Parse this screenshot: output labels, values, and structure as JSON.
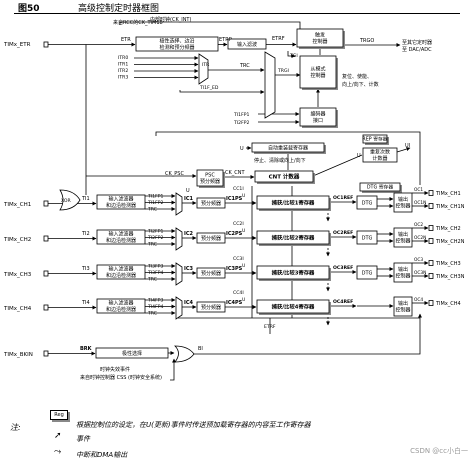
{
  "header": {
    "figure_number": "图50",
    "title": "高级控制定时器框图"
  },
  "top": {
    "rcc_label": "来自RCC的CK_TIM18",
    "ck_int": "内部时钟(CK_INT)",
    "etr_pin": "TIMx_ETR",
    "etr_sig": "ETR",
    "etrp": "ETRP",
    "etrf": "ETRF",
    "itr_lines": [
      "ITR0",
      "ITR1",
      "ITR2",
      "ITR3"
    ],
    "itr": "ITR",
    "trc": "TRC",
    "ti1f_ed": "TI1F_ED",
    "tgi": "TGI",
    "trgi": "TRGI",
    "ti1fp1": "TI1FP1",
    "ti2fp2": "TI2FP2",
    "trgo": "TRGO",
    "trgo_dest": "至其它定时器",
    "trgo_dest2": "至 DAC/ADC",
    "side_note": [
      "复位、使能、",
      "向上/向下、计数"
    ]
  },
  "blocks": {
    "polarity_etr": [
      "极性选择、边沿",
      "检测和预分频器"
    ],
    "input_filter_top": "输入滤波",
    "trigger_ctrl": [
      "触发",
      "控制器"
    ],
    "slave_ctrl": [
      "从模式",
      "控制器"
    ],
    "encoder_if": [
      "编码器",
      "接口"
    ],
    "auto_reload": "自动重装载寄存器",
    "stop_clear": "停止、清除或向上/向下",
    "psc": [
      "PSC",
      "预分频器"
    ],
    "cnt": "CNT 计数器",
    "rep": "REP 寄存器",
    "rep_counter": [
      "重复次数",
      "计数器"
    ],
    "dtg_reg": "DTG 寄存器",
    "brk_polarity": "极性选择",
    "capcomp": [
      "捕获/比较1寄存器",
      "捕获/比较2寄存器",
      "捕获/比较3寄存器",
      "捕获/比较4寄存器"
    ],
    "input_filter": [
      "输入滤波器",
      "和边沿检测器"
    ],
    "prescaler": "预分频器",
    "dtg": "DTG",
    "output_ctrl": [
      "输出",
      "控制器"
    ],
    "xor": "XOR"
  },
  "signals": {
    "ck_psc": "CK_PSC",
    "ck_cnt": "CK_CNT",
    "u": "U",
    "ui": "UI",
    "cci": [
      "CC1I",
      "CC2I",
      "CC3I",
      "CC4I"
    ],
    "ic": [
      "IC1",
      "IC2",
      "IC3",
      "IC4"
    ],
    "icps": [
      "IC1PS",
      "IC2PS",
      "IC3PS",
      "IC4PS"
    ],
    "ocref": [
      "OC1REF",
      "OC2REF",
      "OC3REF",
      "OC4REF"
    ],
    "oc": [
      "OC1",
      "OC1N",
      "OC2",
      "OC2N",
      "OC3",
      "OC3N",
      "OC4"
    ],
    "ti": [
      "TI1",
      "TI2",
      "TI3",
      "TI4"
    ],
    "tifp": [
      [
        "TI1FP1",
        "TI1FP2",
        "TRC"
      ],
      [
        "TI2FP1",
        "TI2FP2",
        "TRC"
      ],
      [
        "TI3FP3",
        "TI3FP4",
        "TRC"
      ],
      [
        "TI4FP3",
        "TI4FP4",
        "TRC"
      ]
    ],
    "pins_in": [
      "TIMx_CH1",
      "TIMx_CH2",
      "TIMx_CH3",
      "TIMx_CH4"
    ],
    "pins_out": [
      "TIMx_CH1",
      "TIMx_CH1N",
      "TIMx_CH2",
      "TIMx_CH2N",
      "TIMx_CH3",
      "TIMx_CH3N",
      "TIMx_CH4"
    ],
    "brk": "BRK",
    "bkin": "TIMx_BKIN",
    "bi": "BI",
    "clock_fail": [
      "时钟失效事件",
      "来自时钟控制器 CSS (时钟安全系统)"
    ]
  },
  "legend": {
    "note": "注:",
    "reg": "Reg",
    "reg_desc": "根据控制位的设定，在U(更新)事件时传送预加载寄存器的内容至工作寄存器",
    "event": "事件",
    "interrupt": "中断和DMA输出",
    "watermark": "CSDN @cc小白一"
  }
}
